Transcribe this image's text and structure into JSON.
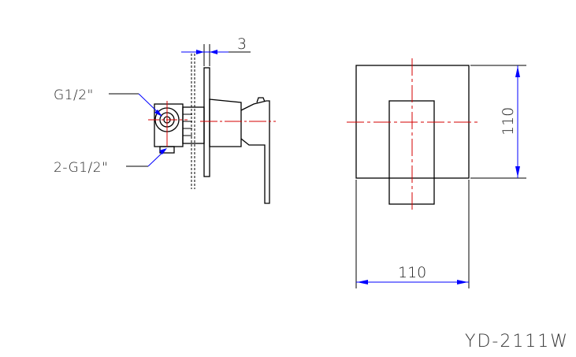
{
  "colors": {
    "outline": "#000000",
    "centerline": "#d40000",
    "dimension": "#0000ff",
    "text": "#222222"
  },
  "side_view": {
    "plate_thickness_label": "3",
    "inlet_thread_label": "G1/2\"",
    "outlet_thread_label": "2-G1/2\""
  },
  "front_view": {
    "height_label": "110",
    "width_label": "110"
  },
  "model_number": "YD-2111W"
}
